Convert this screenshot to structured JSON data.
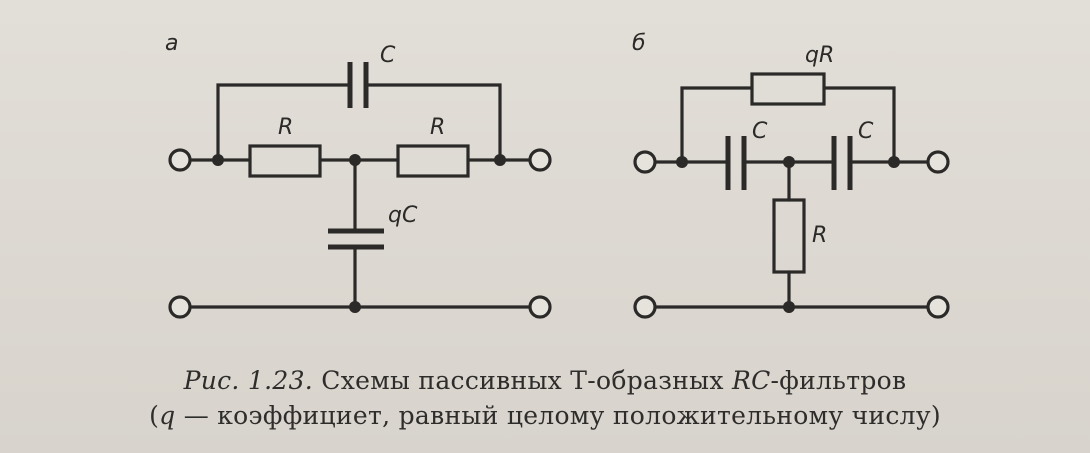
{
  "diagrams": [
    {
      "id": "a",
      "panel_label": "а",
      "labels": {
        "bridge_capacitor": "C",
        "left_resistor": "R",
        "right_resistor": "R",
        "shunt_capacitor": "qC"
      }
    },
    {
      "id": "b",
      "panel_label": "б",
      "labels": {
        "bridge_resistor": "qR",
        "left_capacitor": "C",
        "right_capacitor": "C",
        "shunt_resistor": "R"
      }
    }
  ],
  "caption": {
    "figure_ref": "Рис. 1.23.",
    "line1_text_before": " Схемы пассивных Т-образных ",
    "line1_italic": "RC",
    "line1_text_after": "-фильтров",
    "line2_open": "(",
    "line2_italic": "q",
    "line2_text": " — коэффициет, равный целому положительному числу)"
  },
  "colors": {
    "ink": "#2b2a28",
    "paper": "#dedad4"
  }
}
